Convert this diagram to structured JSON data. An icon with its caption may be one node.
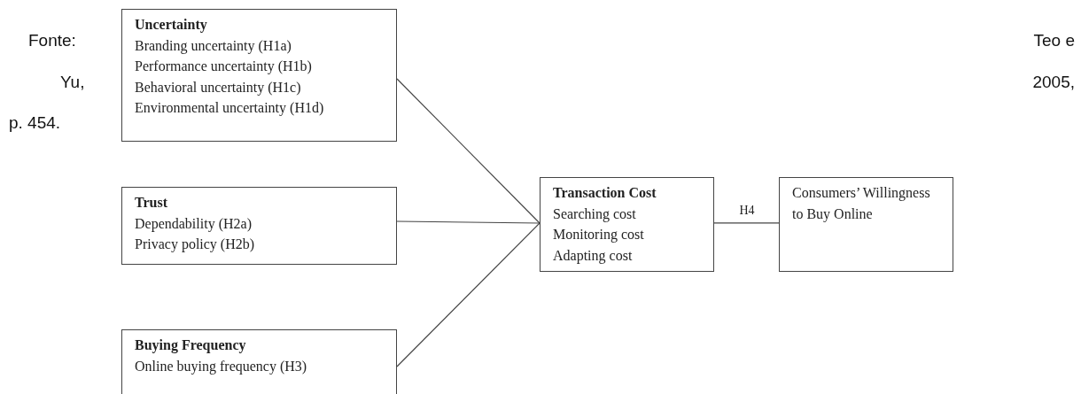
{
  "diagram": {
    "nodes": [
      {
        "text": [
          "Uncertainty",
          "Branding uncertainty (H1a)",
          "Performance uncertainty (H1b)",
          "Behavioral uncertainty (H1c)",
          "Environmental uncertainty (H1d)"
        ]
      },
      {
        "text": [
          "Trust",
          "Dependability (H2a)",
          "Privacy policy (H2b)"
        ]
      },
      {
        "text": [
          "Buying Frequency",
          "Online buying frequency (H3)"
        ]
      },
      {
        "text": [
          "Transaction Cost",
          "Searching cost",
          "Monitoring cost",
          "Adapting cost"
        ]
      },
      {
        "text": [
          "Consumers’ Willingness to Buy Online"
        ]
      }
    ],
    "edges": [
      {
        "from": 0,
        "to": 3,
        "arrow": "none"
      },
      {
        "from": 1,
        "to": 3,
        "arrow": "none"
      },
      {
        "from": 2,
        "to": 3,
        "arrow": "none"
      },
      {
        "from": 3,
        "to": 4,
        "arrow": "none",
        "label": "H4"
      }
    ],
    "labels": [
      "Fonte:",
      "Teo e",
      "Yu,",
      "2005,",
      "p. 454."
    ]
  }
}
